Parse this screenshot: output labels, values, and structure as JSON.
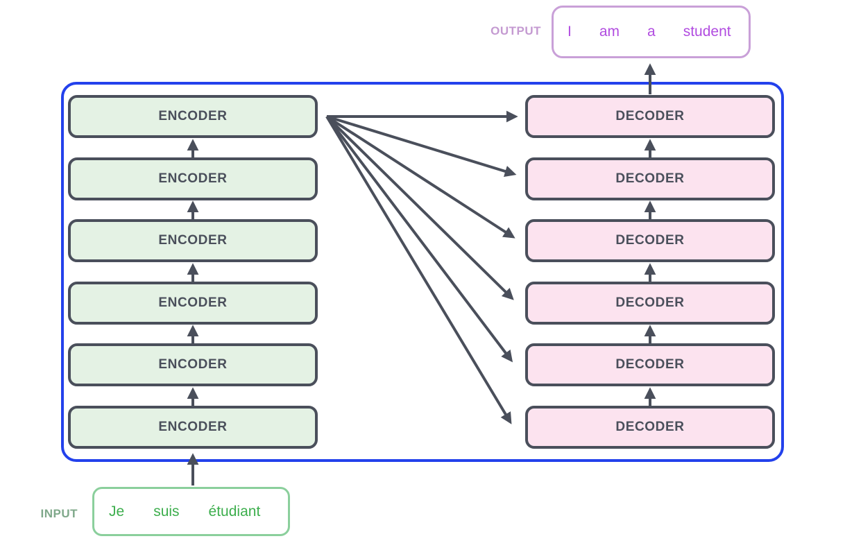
{
  "colors": {
    "background": "#ffffff",
    "container_border": "#2341ec",
    "box_border": "#4a4f5b",
    "box_text": "#4a4f5b",
    "arrow": "#4a4f5b",
    "encoder_fill": "#e4f2e4",
    "decoder_fill": "#fce3ef",
    "input_border": "#8bcf9c",
    "input_text": "#3dae4d",
    "input_label": "#7fa88a",
    "output_border": "#c9a0d8",
    "output_text": "#b14ce0",
    "output_label": "#c49ad1"
  },
  "encoders": [
    {
      "label": "ENCODER"
    },
    {
      "label": "ENCODER"
    },
    {
      "label": "ENCODER"
    },
    {
      "label": "ENCODER"
    },
    {
      "label": "ENCODER"
    },
    {
      "label": "ENCODER"
    }
  ],
  "decoders": [
    {
      "label": "DECODER"
    },
    {
      "label": "DECODER"
    },
    {
      "label": "DECODER"
    },
    {
      "label": "DECODER"
    },
    {
      "label": "DECODER"
    },
    {
      "label": "DECODER"
    }
  ],
  "input": {
    "label": "INPUT",
    "words": [
      "Je",
      "suis",
      "étudiant"
    ]
  },
  "output": {
    "label": "OUTPUT",
    "words": [
      "I",
      "am",
      "a",
      "student"
    ]
  }
}
